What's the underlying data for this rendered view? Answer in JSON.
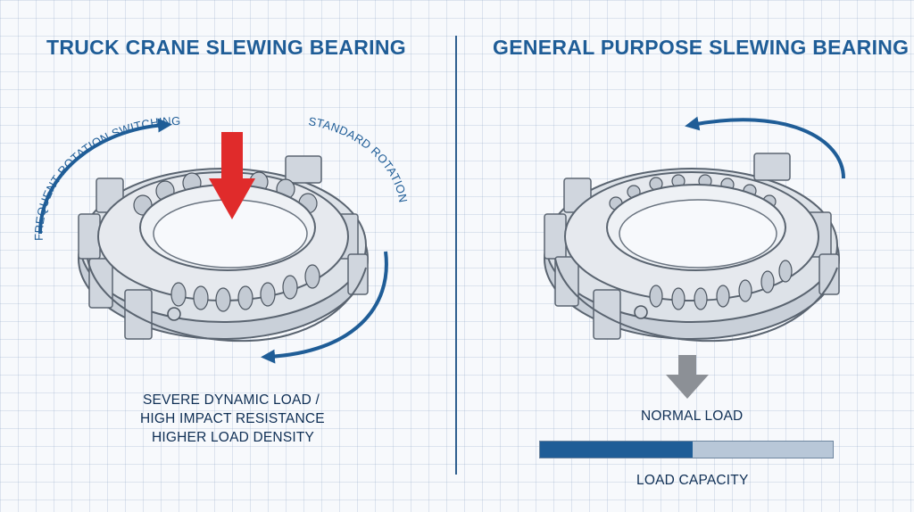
{
  "left": {
    "title": "TRUCK CRANE SLEWING BEARING",
    "rotation_label_1": "FREQUENT ROTATION SWITCHING",
    "rotation_label_2": "STANDARD ROTATION",
    "caption_line_1": "SEVERE DYNAMIC LOAD /",
    "caption_line_2": "HIGH IMPACT RESISTANCE",
    "caption_line_3": "HIGHER LOAD DENSITY",
    "load_arrow_color": "#e02b2b"
  },
  "right": {
    "title": "GENERAL PURPOSE SLEWING BEARING",
    "load_label": "NORMAL LOAD",
    "capacity_label": "LOAD CAPACITY",
    "load_capacity_fraction": 0.52,
    "load_arrow_color": "#8c9096"
  },
  "colors": {
    "accent": "#1f5d97",
    "bar_empty": "#b8c7d8"
  }
}
